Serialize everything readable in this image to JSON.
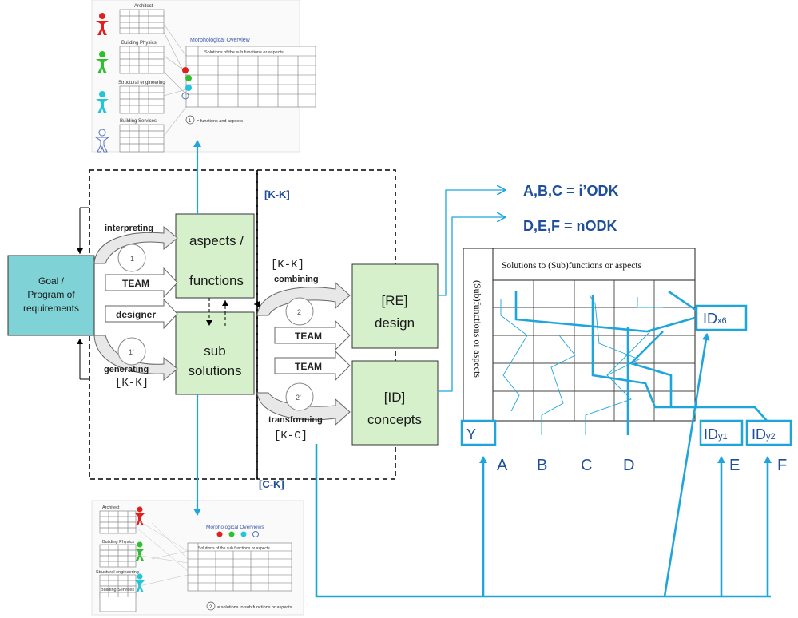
{
  "left_box": {
    "lines": [
      "Goal /",
      "Program of",
      "requirements"
    ]
  },
  "aspects_box": {
    "lines": [
      "aspects /",
      "functions"
    ]
  },
  "sub_box": {
    "lines": [
      "sub",
      "solutions"
    ]
  },
  "re_box": {
    "lines": [
      "[RE]",
      "design"
    ]
  },
  "id_box": {
    "lines": [
      "[ID]",
      "concepts"
    ]
  },
  "labels": {
    "interpreting": "interpreting",
    "generating": "generating",
    "kk_left": "[K-K]",
    "kk_top_bold": "[K-K]",
    "kk_mid": "[K-K]",
    "combining": "combining",
    "transforming": "transforming",
    "kc": "[K-C]",
    "ck_bold": "[C-K]",
    "team1": "TEAM",
    "designer": "designer",
    "team2": "TEAM",
    "team3": "TEAM",
    "circle1": "1",
    "circle1b": "1'",
    "circle2": "2",
    "circle2b": "2'"
  },
  "outcomes": {
    "abc": "A,B,C = i’ODK",
    "def": "D,E,F = nODK"
  },
  "matrix": {
    "header": "Solutions to (Sub)functions or aspects",
    "side": "(Sub)functions or aspects",
    "y_label": "Y",
    "id_x6": "ID",
    "id_x6_sub": "x6",
    "id_y1": "ID",
    "id_y1_sub": "y1",
    "id_y2": "ID",
    "id_y2_sub": "y2",
    "columns": [
      "A",
      "B",
      "C",
      "D",
      "E",
      "F"
    ]
  },
  "thumb_top": {
    "title": "Morphological Overview",
    "roles": [
      "Architect",
      "Building Physics",
      "Structural engineering",
      "Building Services"
    ],
    "table_header": "Solutions of the sub functions or aspects",
    "legend": "= functions and aspects",
    "legend_num": "1"
  },
  "thumb_bottom": {
    "title": "Morphological Overviews",
    "roles": [
      "Architect",
      "Building Physics",
      "Structural engineering",
      "Building Services"
    ],
    "table_header": "Solutions of the sub functions or aspects",
    "legend": "= solutions to sub functions or aspects",
    "legend_num": "2"
  },
  "colors": {
    "accent_blue": "#1ea6dc",
    "dark_blue": "#1f4e9a",
    "green_box": "#d6f0cc",
    "teal_box": "#7fd3d6"
  }
}
